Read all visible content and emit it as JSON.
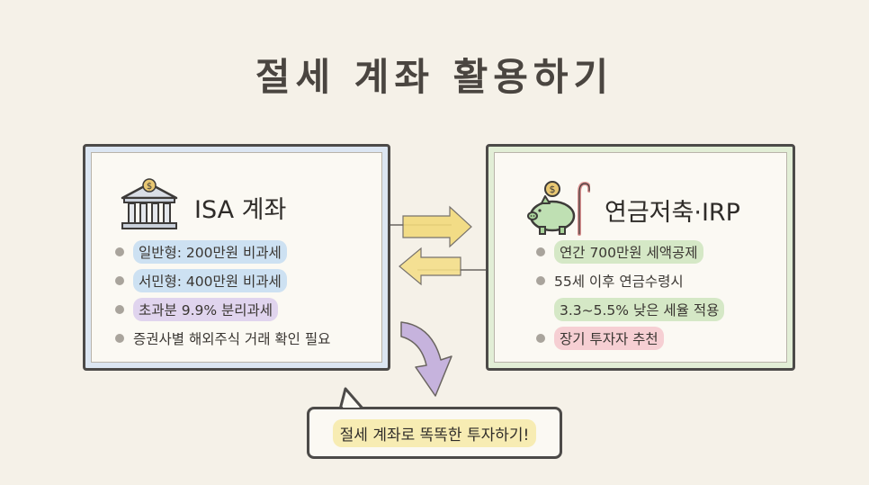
{
  "title": "절세 계좌 활용하기",
  "isa": {
    "icon": "bank-icon",
    "title": "ISA 계좌",
    "points": [
      {
        "text": "일반형: 200만원 비과세",
        "color": "#cde1f2"
      },
      {
        "text": "서민형: 400만원 비과세",
        "color": "#cde1f2"
      },
      {
        "text": "초과분 9.9% 분리과세",
        "color": "#e0d4ee"
      },
      {
        "text": "증권사별 해외주식 거래 확인 필요",
        "color": "transparent"
      }
    ]
  },
  "irp": {
    "icon": "piggy-bank-icon",
    "title": "연금저축·IRP",
    "points": [
      {
        "text": "연간 700만원 세액공제",
        "color": "#d5e8c6"
      },
      {
        "text": "55세 이후 연금수령시",
        "color": "transparent"
      },
      {
        "text": "3.3~5.5% 낮은 세율 적용",
        "color": "#d5e8c6"
      },
      {
        "text": "장기 투자자 추천",
        "color": "#f6cfd3"
      }
    ]
  },
  "bubble": {
    "text": "절세 계좌로 똑똑한 투자하기!"
  },
  "colors": {
    "isa_frame": "#dce6f2",
    "irp_frame": "#e2eed6",
    "arrow_right": "#f2da7c",
    "arrow_left": "#f4df8a",
    "arrow_down": "#c6b3dd",
    "background": "#f5f1e8"
  }
}
